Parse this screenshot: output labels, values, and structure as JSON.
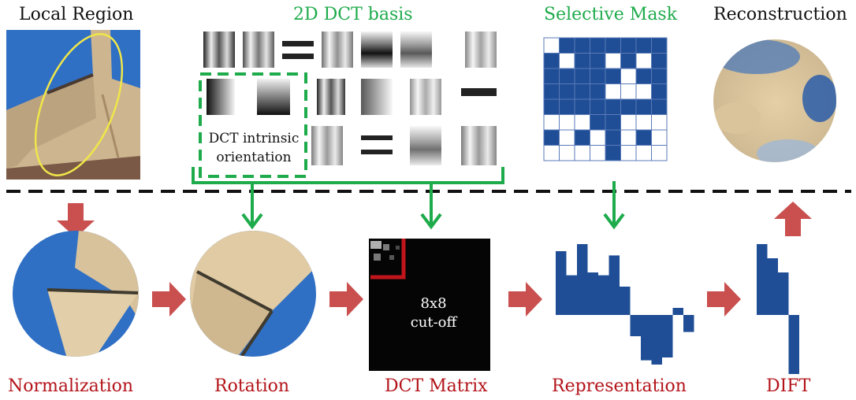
{
  "top_labels": {
    "local_region": "Local Region",
    "dct_basis": "2D DCT basis",
    "selective_mask": "Selective Mask",
    "reconstruction": "Reconstruction"
  },
  "dct_annotation": {
    "line1": "DCT intrinsic",
    "line2": "orientation"
  },
  "dct_matrix_annotation": {
    "line1": "8x8",
    "line2": "cut-off"
  },
  "bottom_labels": {
    "normalization": "Normalization",
    "rotation": "Rotation",
    "dct_matrix": "DCT Matrix",
    "representation": "Representation",
    "dift": "DIFT"
  },
  "selective_mask": [
    [
      0,
      1,
      1,
      1,
      1,
      1,
      1,
      1
    ],
    [
      1,
      0,
      1,
      1,
      0,
      1,
      0,
      1
    ],
    [
      1,
      1,
      1,
      1,
      1,
      0,
      1,
      1
    ],
    [
      1,
      1,
      1,
      1,
      0,
      0,
      0,
      1
    ],
    [
      1,
      1,
      1,
      1,
      1,
      1,
      1,
      1
    ],
    [
      0,
      0,
      0,
      1,
      1,
      0,
      0,
      0
    ],
    [
      1,
      0,
      1,
      0,
      1,
      0,
      1,
      0
    ],
    [
      0,
      0,
      0,
      0,
      1,
      0,
      0,
      0
    ]
  ],
  "representation_bars": [
    4.5,
    2.8,
    5.0,
    3.0,
    2.8,
    4.2,
    2.0,
    -1.5,
    -3.2,
    -3.5,
    -3.0,
    0.5,
    -1.2
  ],
  "dift_bars": [
    3.0,
    2.4,
    1.8,
    -2.5
  ],
  "colors": {
    "green": "#1eab4b",
    "red_arrow": "#c9504f",
    "red_label": "#b3141a",
    "blue": "#1f4e96",
    "mask_line": "#5a7ab8"
  }
}
